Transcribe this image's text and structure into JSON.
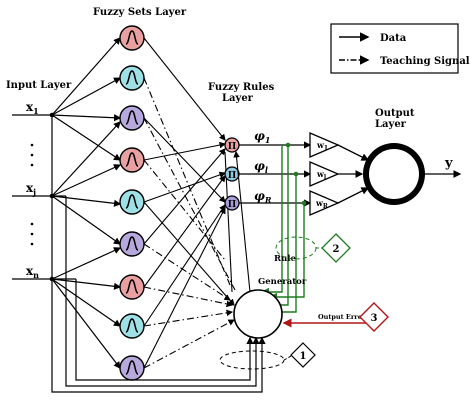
{
  "legend": {
    "data": "Data",
    "teaching": "Teaching Signal"
  },
  "labels": {
    "fuzzy_sets_layer": "Fuzzy Sets Layer",
    "input_layer": "Input Layer",
    "fuzzy_rules_line1": "Fuzzy Rules",
    "fuzzy_rules_line2": "Layer",
    "output_layer_line1": "Output",
    "output_layer_line2": "Layer",
    "rule_gen_line1": "Rule",
    "rule_gen_line2": "Generator",
    "output_error": "Output Error",
    "y": "y"
  },
  "inputs": {
    "x1": {
      "base": "x",
      "sub": "1"
    },
    "xj": {
      "base": "x",
      "sub": "j"
    },
    "xn": {
      "base": "x",
      "sub": "n"
    }
  },
  "rules": {
    "phi1": {
      "base": "φ",
      "sub": "1"
    },
    "phil": {
      "base": "φ",
      "sub": "l"
    },
    "phiR": {
      "base": "φ",
      "sub": "R"
    },
    "node_symbol": "Π"
  },
  "weights": {
    "w1": {
      "base": "w",
      "sub": "1"
    },
    "wl": {
      "base": "w",
      "sub": "l"
    },
    "wR": {
      "base": "w",
      "sub": "R"
    }
  },
  "callouts": {
    "c1": "1",
    "c2": "2",
    "c3": "3"
  },
  "colors": {
    "set_red": "#e9a0a0",
    "set_cyan": "#9fdfe6",
    "set_purple": "#b7a9dd",
    "rule_red": "#e9a0a0",
    "rule_blue": "#8fc9e0",
    "rule_purple": "#a99bd6",
    "green": "#1f7a1f",
    "red": "#b01818"
  }
}
